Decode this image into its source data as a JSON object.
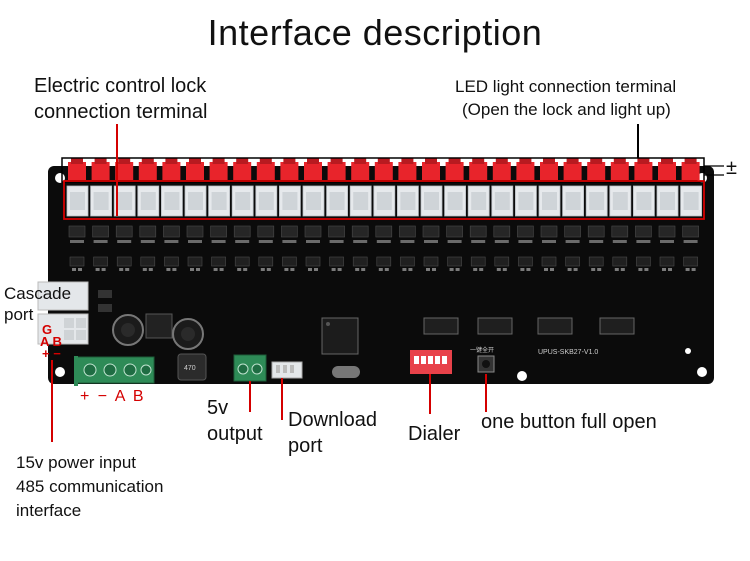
{
  "title": "Interface description",
  "labels": {
    "lock_terminal_1": "Electric control lock",
    "lock_terminal_2": "connection terminal",
    "led_terminal_1": "LED light connection terminal",
    "led_terminal_2": "(Open the lock and light up)",
    "plus_minus": "±",
    "cascade_1": "Cascade",
    "cascade_2": "port",
    "g": "G",
    "ab_top": "A B",
    "pm_small": "+ −",
    "pm_ab_bottom": "+ − A B",
    "out5v_1": "5v",
    "out5v_2": "output",
    "download_1": "Download",
    "download_2": "port",
    "dialer": "Dialer",
    "one_button": "one button full open",
    "power_1": "15v power input",
    "power_2": "485 communication",
    "power_3": "interface"
  },
  "board": {
    "model_silk": "UPUS-SKB27-V1.0",
    "inductor_silk": "470",
    "button_silk": "一键全开",
    "colors": {
      "pcb": "#0a0a0a",
      "connector_red": "#e8242b",
      "connector_white": "#e6e9ec",
      "terminal_green": "#2e8b57",
      "dip_red": "#e8424a",
      "annotation_red": "#d40000"
    }
  }
}
